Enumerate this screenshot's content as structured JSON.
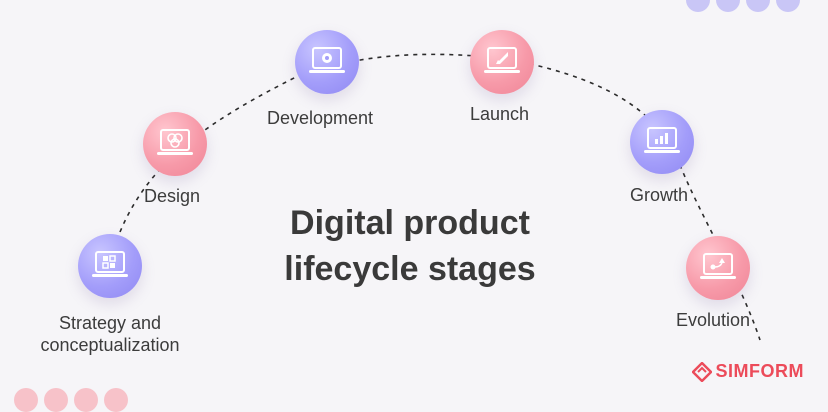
{
  "title": {
    "line1": "Digital product",
    "line2": "lifecycle stages"
  },
  "stages": [
    {
      "label": "Strategy and conceptualization",
      "icon": "strategy-laptop-icon",
      "color": "purple"
    },
    {
      "label": "Design",
      "icon": "design-laptop-icon",
      "color": "pink"
    },
    {
      "label": "Development",
      "icon": "development-laptop-icon",
      "color": "purple"
    },
    {
      "label": "Launch",
      "icon": "launch-laptop-icon",
      "color": "pink"
    },
    {
      "label": "Growth",
      "icon": "growth-laptop-icon",
      "color": "purple"
    },
    {
      "label": "Evolution",
      "icon": "evolution-laptop-icon",
      "color": "pink"
    }
  ],
  "brand": {
    "name": "SIMFORM",
    "color": "#ec4b5a"
  },
  "colors": {
    "purple": "#a39dfa",
    "pink": "#f79aa9",
    "background": "#f6f5f8"
  }
}
